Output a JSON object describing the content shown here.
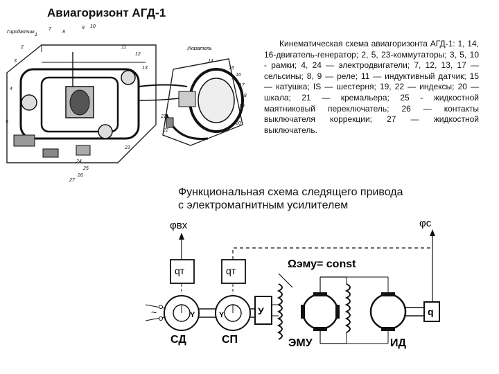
{
  "header": {
    "title": "Авиагоризонт АГД-1"
  },
  "kinematic": {
    "label_gyro": "Гиродатчик",
    "label_indicator": "Указатель",
    "numbers": [
      "1",
      "2",
      "3",
      "4",
      "5",
      "6",
      "7",
      "8",
      "9",
      "10",
      "11",
      "12",
      "13",
      "14",
      "15",
      "16",
      "17",
      "18",
      "19",
      "20",
      "21",
      "22",
      "23",
      "24",
      "25",
      "26",
      "27"
    ],
    "caption": "Кинематическая схема авиагоризонта АГД-1: 1, 14, 16-двигатель-генератор; 2, 5, 23-коммутаторы; 3, 5, 10 - рамки; 4, 24 — электродвигатели; 7, 12, 13, 17 — сельсины; 8, 9 — реле; 11 — индуктивный датчик; 15 — катушка; IS — шестерня; 19, 22 — индексы; 20 — шкала; 21 — кремальера; 25 - жидкостной маятниковый переключатель; 26 — контакты выключателя коррекции; 27 — жидкостной выключатель."
  },
  "functional": {
    "title_line1": "Функциональная схема следящего привода",
    "title_line2": "с электромагнитным усилителем",
    "phi_in": "φвх",
    "phi_out": "φс",
    "q_t": "qт",
    "omega_label": "Ωэму= const",
    "y_label": "Y",
    "amp_label": "У",
    "q_label": "q",
    "sd_label": "СД",
    "sp_label": "СП",
    "emu_label": "ЭМУ",
    "id_label": "ИД",
    "tilde": "~"
  }
}
